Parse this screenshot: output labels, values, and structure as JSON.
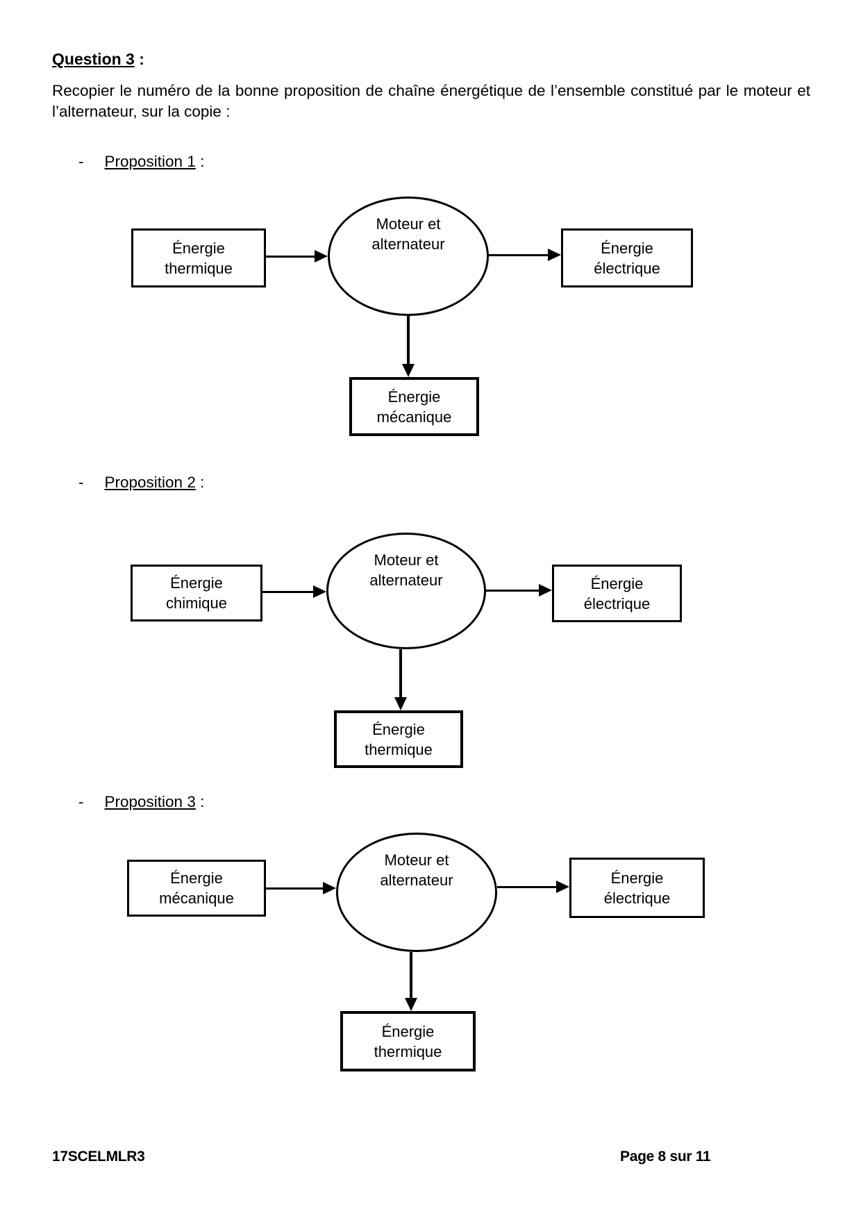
{
  "header": {
    "title": "Question 3",
    "title_colon": " :"
  },
  "question": {
    "text": "Recopier le numéro de la bonne proposition de chaîne énergétique de l’ensemble constitué par le moteur et l’alternateur, sur la copie :"
  },
  "footer": {
    "left": "17SCELMLR3",
    "right": "Page 8 sur 11"
  },
  "propositions": [
    {
      "bullet": "-",
      "label": "Proposition 1",
      "colon": " :",
      "diagram": {
        "input_box": {
          "line1": "Énergie",
          "line2": "thermique"
        },
        "converter": {
          "line1": "Moteur et",
          "line2": "alternateur"
        },
        "output_box": {
          "line1": "Énergie",
          "line2": "électrique"
        },
        "loss_box": {
          "line1": "Énergie",
          "line2": "mécanique"
        }
      }
    },
    {
      "bullet": "-",
      "label": "Proposition 2",
      "colon": " :",
      "diagram": {
        "input_box": {
          "line1": "Énergie",
          "line2": "chimique"
        },
        "converter": {
          "line1": "Moteur et",
          "line2": "alternateur"
        },
        "output_box": {
          "line1": "Énergie",
          "line2": "électrique"
        },
        "loss_box": {
          "line1": "Énergie",
          "line2": "thermique"
        }
      }
    },
    {
      "bullet": "-",
      "label": "Proposition 3",
      "colon": " :",
      "diagram": {
        "input_box": {
          "line1": "Énergie",
          "line2": "mécanique"
        },
        "converter": {
          "line1": "Moteur et",
          "line2": "alternateur"
        },
        "output_box": {
          "line1": "Énergie",
          "line2": "électrique"
        },
        "loss_box": {
          "line1": "Énergie",
          "line2": "thermique"
        }
      }
    }
  ]
}
